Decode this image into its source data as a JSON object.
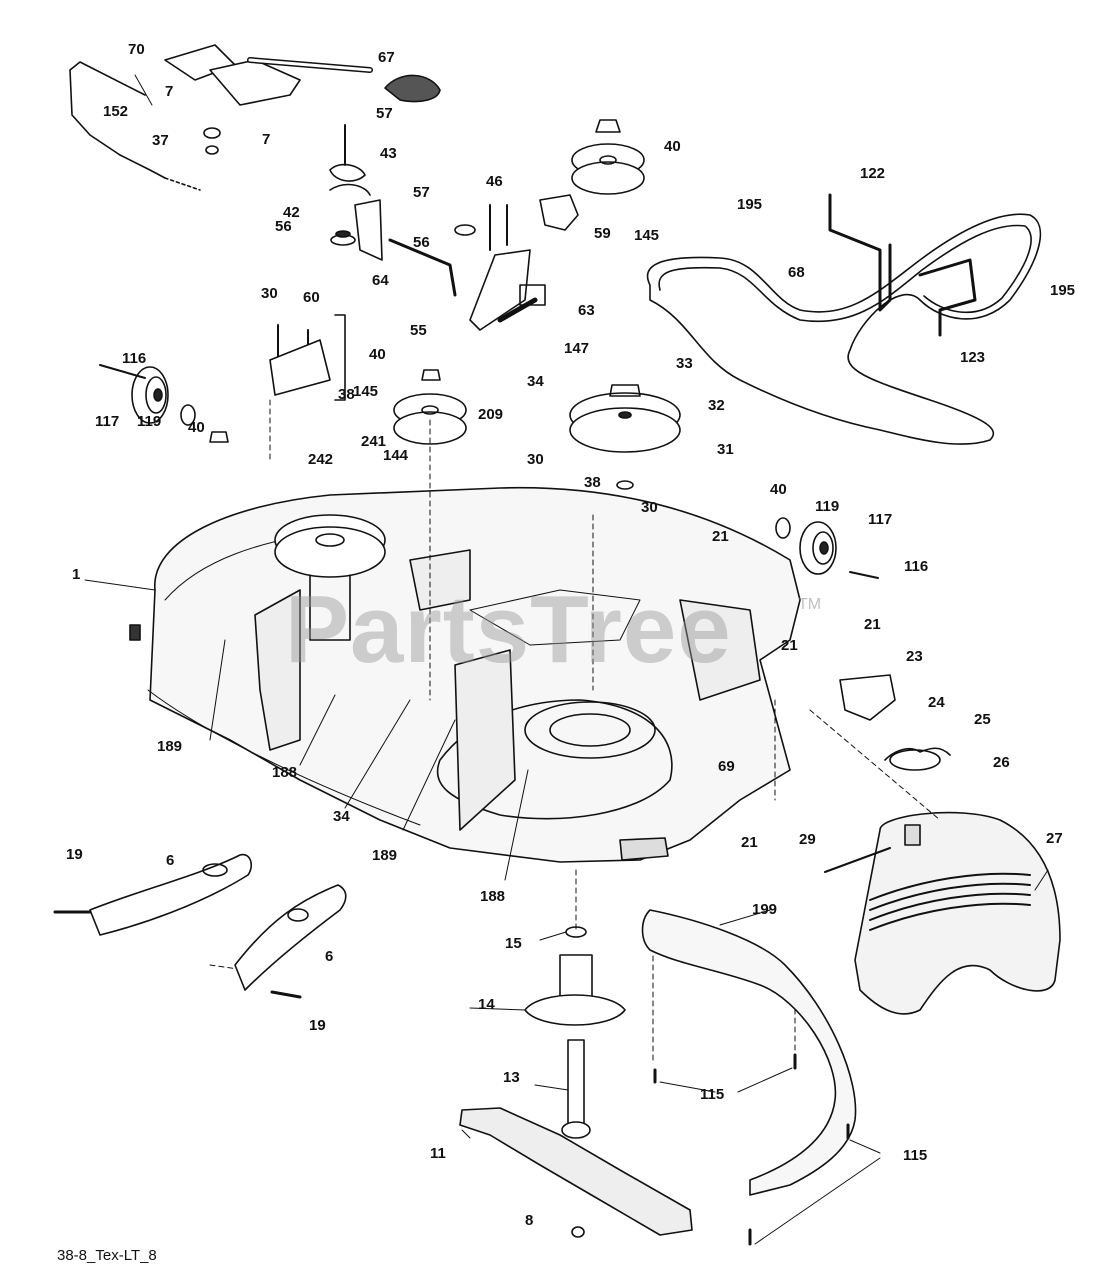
{
  "watermark": {
    "text": "PartsTree",
    "tm": "TM"
  },
  "diagram_code": "38-8_Tex-LT_8",
  "callouts": [
    {
      "id": "c70",
      "text": "70"
    },
    {
      "id": "c67",
      "text": "67"
    },
    {
      "id": "c152",
      "text": "152"
    },
    {
      "id": "c7a",
      "text": "7"
    },
    {
      "id": "c7b",
      "text": "7"
    },
    {
      "id": "c37",
      "text": "37"
    },
    {
      "id": "c57a",
      "text": "57"
    },
    {
      "id": "c43",
      "text": "43"
    },
    {
      "id": "c42",
      "text": "42"
    },
    {
      "id": "c56a",
      "text": "56"
    },
    {
      "id": "c60",
      "text": "60"
    },
    {
      "id": "c40a",
      "text": "40"
    },
    {
      "id": "c145a",
      "text": "145"
    },
    {
      "id": "c122",
      "text": "122"
    },
    {
      "id": "c195a",
      "text": "195"
    },
    {
      "id": "c57b",
      "text": "57"
    },
    {
      "id": "c46",
      "text": "46"
    },
    {
      "id": "c56b",
      "text": "56"
    },
    {
      "id": "c64",
      "text": "64"
    },
    {
      "id": "c59",
      "text": "59"
    },
    {
      "id": "c68",
      "text": "68"
    },
    {
      "id": "c195b",
      "text": "195"
    },
    {
      "id": "c63",
      "text": "63"
    },
    {
      "id": "c55",
      "text": "55"
    },
    {
      "id": "c147",
      "text": "147"
    },
    {
      "id": "c123",
      "text": "123"
    },
    {
      "id": "c30a",
      "text": "30"
    },
    {
      "id": "c116a",
      "text": "116"
    },
    {
      "id": "c40b",
      "text": "40"
    },
    {
      "id": "c145b",
      "text": "145"
    },
    {
      "id": "c38a",
      "text": "38"
    },
    {
      "id": "c34a",
      "text": "34"
    },
    {
      "id": "c33",
      "text": "33"
    },
    {
      "id": "c32",
      "text": "32"
    },
    {
      "id": "c117a",
      "text": "117"
    },
    {
      "id": "c119a",
      "text": "119"
    },
    {
      "id": "c40c",
      "text": "40"
    },
    {
      "id": "c209",
      "text": "209"
    },
    {
      "id": "c31",
      "text": "31"
    },
    {
      "id": "c241",
      "text": "241"
    },
    {
      "id": "c242",
      "text": "242"
    },
    {
      "id": "c144",
      "text": "144"
    },
    {
      "id": "c30b",
      "text": "30"
    },
    {
      "id": "c38b",
      "text": "38"
    },
    {
      "id": "c30c",
      "text": "30"
    },
    {
      "id": "c40d",
      "text": "40"
    },
    {
      "id": "c119b",
      "text": "119"
    },
    {
      "id": "c117b",
      "text": "117"
    },
    {
      "id": "c1",
      "text": "1"
    },
    {
      "id": "c21a",
      "text": "21"
    },
    {
      "id": "c116b",
      "text": "116"
    },
    {
      "id": "c21b",
      "text": "21"
    },
    {
      "id": "c21c",
      "text": "21"
    },
    {
      "id": "c23",
      "text": "23"
    },
    {
      "id": "c24",
      "text": "24"
    },
    {
      "id": "c25",
      "text": "25"
    },
    {
      "id": "c189a",
      "text": "189"
    },
    {
      "id": "c188a",
      "text": "188"
    },
    {
      "id": "c69",
      "text": "69"
    },
    {
      "id": "c26",
      "text": "26"
    },
    {
      "id": "c34b",
      "text": "34"
    },
    {
      "id": "c21d",
      "text": "21"
    },
    {
      "id": "c189b",
      "text": "189"
    },
    {
      "id": "c29",
      "text": "29"
    },
    {
      "id": "c27",
      "text": "27"
    },
    {
      "id": "c19a",
      "text": "19"
    },
    {
      "id": "c6a",
      "text": "6"
    },
    {
      "id": "c188b",
      "text": "188"
    },
    {
      "id": "c199",
      "text": "199"
    },
    {
      "id": "c15",
      "text": "15"
    },
    {
      "id": "c6b",
      "text": "6"
    },
    {
      "id": "c14",
      "text": "14"
    },
    {
      "id": "c19b",
      "text": "19"
    },
    {
      "id": "c13",
      "text": "13"
    },
    {
      "id": "c115a",
      "text": "115"
    },
    {
      "id": "c11",
      "text": "11"
    },
    {
      "id": "c115b",
      "text": "115"
    },
    {
      "id": "c8",
      "text": "8"
    }
  ]
}
